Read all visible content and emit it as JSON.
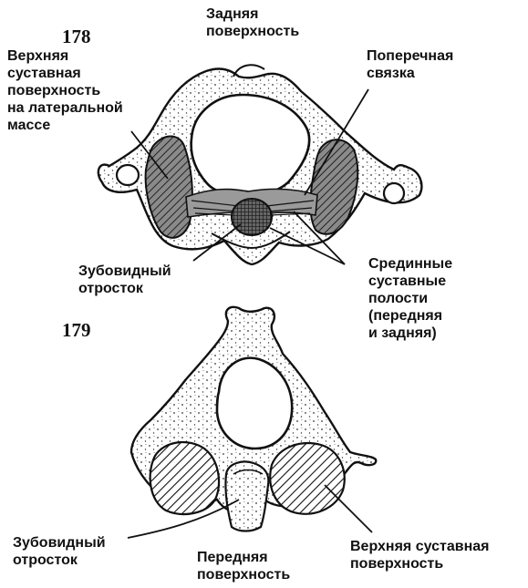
{
  "figure_178": {
    "number": "178",
    "label_posterior": [
      "Задняя",
      "поверхность"
    ],
    "label_superior_articular": [
      "Верхняя",
      "суставная",
      "поверхность",
      "на латеральной",
      "массе"
    ],
    "label_transverse_ligament": [
      "Поперечная",
      "связка"
    ],
    "label_dens": [
      "Зубовидный",
      "отросток"
    ],
    "label_median_cavities": [
      "Срединные",
      "суставные",
      "полости",
      "(передняя",
      "и задняя)"
    ]
  },
  "figure_179": {
    "number": "179",
    "label_dens": [
      "Зубовидный",
      "отросток"
    ],
    "label_anterior": [
      "Передняя",
      "поверхность"
    ],
    "label_superior_articular": [
      "Верхняя суставная",
      "поверхность"
    ]
  }
}
